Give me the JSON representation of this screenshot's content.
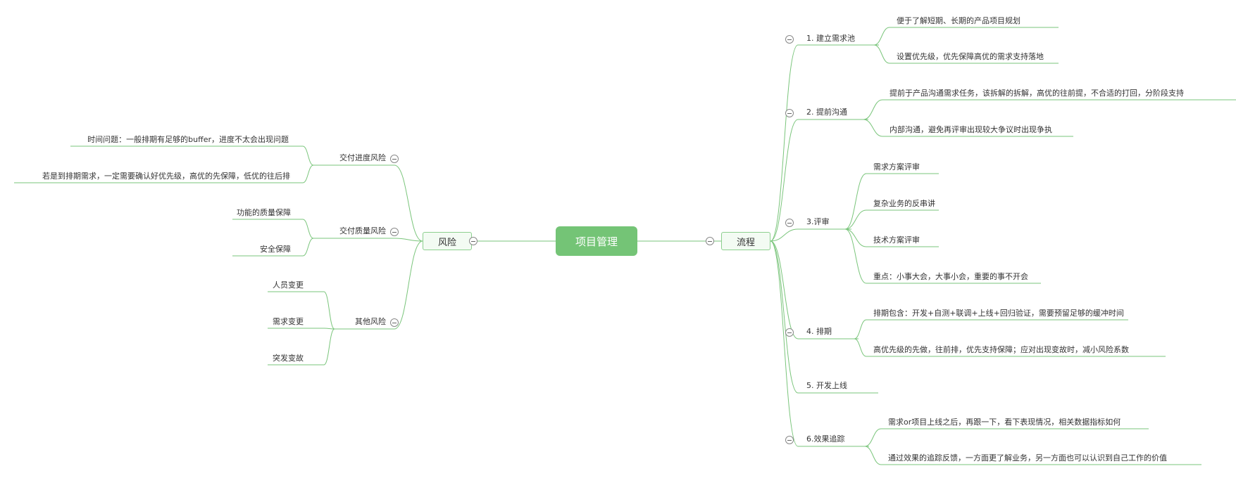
{
  "root": "项目管理",
  "right": {
    "label": "流程",
    "children": [
      {
        "label": "1. 建立需求池",
        "leaves": [
          "便于了解短期、长期的产品项目规划",
          "设置优先级，优先保障高优的需求支持落地"
        ]
      },
      {
        "label": "2. 提前沟通",
        "leaves": [
          "提前于产品沟通需求任务，该拆解的拆解，高优的往前提，不合适的打回，分阶段支持",
          "内部沟通，避免再评审出现较大争议时出现争执"
        ]
      },
      {
        "label": "3.评审",
        "leaves": [
          "需求方案评审",
          "复杂业务的反串讲",
          "技术方案评审",
          "重点：小事大会，大事小会，重要的事不开会"
        ]
      },
      {
        "label": "4. 排期",
        "leaves": [
          "排期包含：开发+自测+联调+上线+回归验证，需要预留足够的缓冲时间",
          "高优先级的先做，往前排，优先支持保障；应对出现变故时，减小风险系数"
        ]
      },
      {
        "label": "5. 开发上线",
        "leaves": []
      },
      {
        "label": "6.效果追踪",
        "leaves": [
          "需求or项目上线之后，再跟一下，看下表现情况，相关数据指标如何",
          "通过效果的追踪反馈，一方面更了解业务，另一方面也可以认识到自己工作的价值"
        ]
      }
    ]
  },
  "left": {
    "label": "风险",
    "children": [
      {
        "label": "交付进度风险",
        "leaves": [
          "时间问题：一般排期有足够的buffer，进度不太会出现问题",
          "若是到排期需求，一定需要确认好优先级，高优的先保障，低优的往后排"
        ]
      },
      {
        "label": "交付质量风险",
        "leaves": [
          "功能的质量保障",
          "安全保障"
        ]
      },
      {
        "label": "其他风险",
        "leaves": [
          "人员变更",
          "需求变更",
          "突发变故"
        ]
      }
    ]
  },
  "colors": {
    "line": "#7ac57b",
    "root_fill": "#74c476",
    "node_border": "#8ccf8e",
    "node_fill": "#f3fbf3"
  }
}
